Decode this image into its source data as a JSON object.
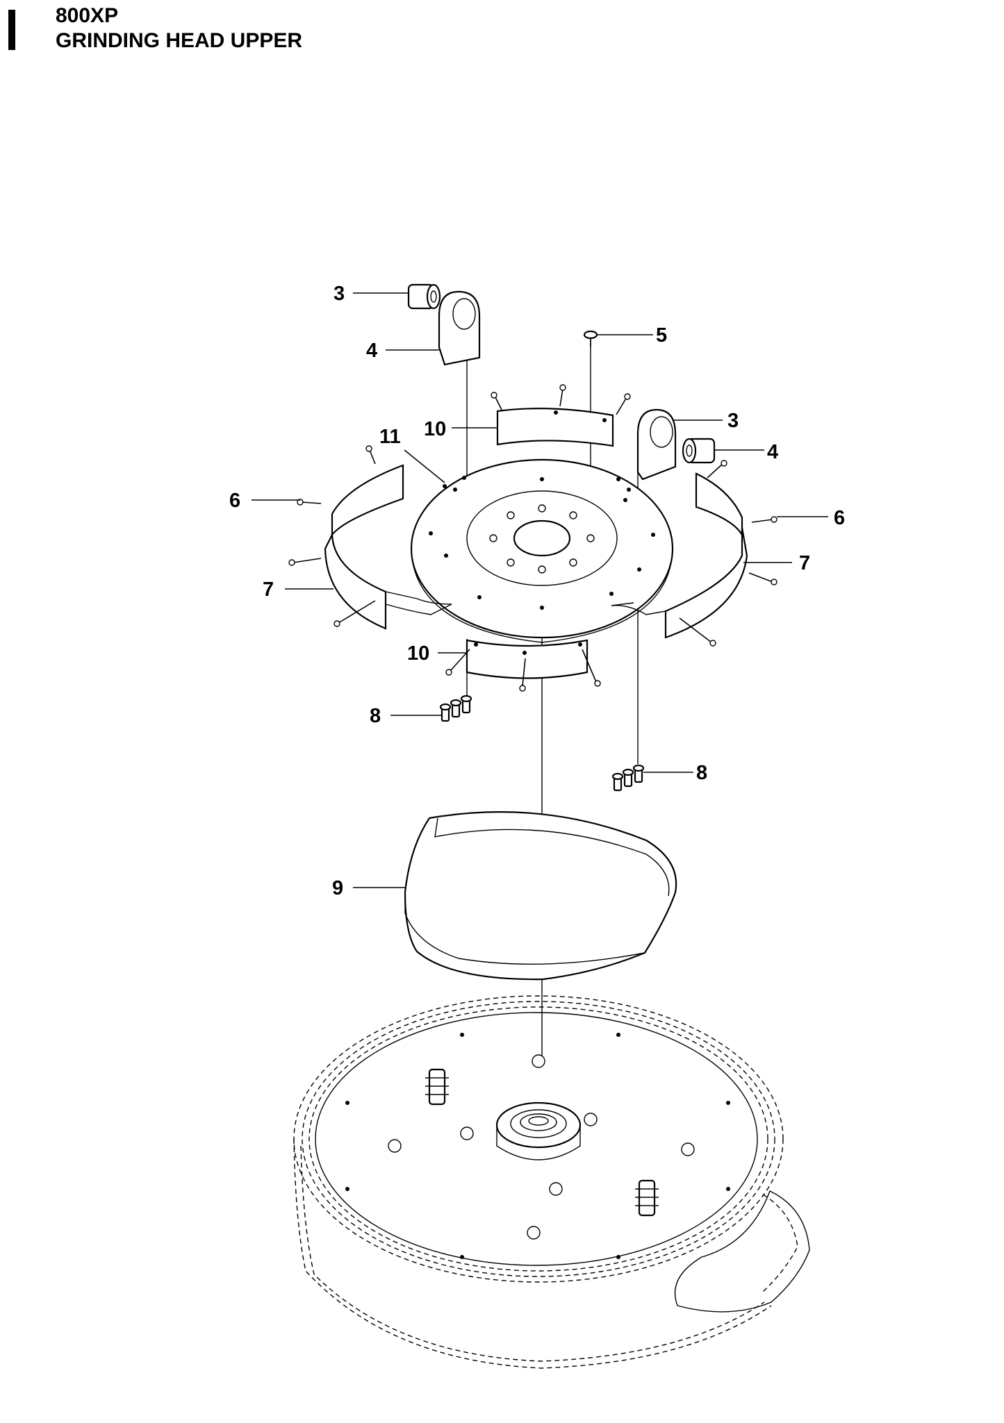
{
  "header": {
    "model": "800XP",
    "title": "GRINDING HEAD UPPER"
  },
  "callouts": {
    "c3a": "3",
    "c3b": "3",
    "c4a": "4",
    "c4b": "4",
    "c5": "5",
    "c6a": "6",
    "c6b": "6",
    "c7a": "7",
    "c7b": "7",
    "c8a": "8",
    "c8b": "8",
    "c9": "9",
    "c10a": "10",
    "c10b": "10",
    "c11": "11"
  }
}
